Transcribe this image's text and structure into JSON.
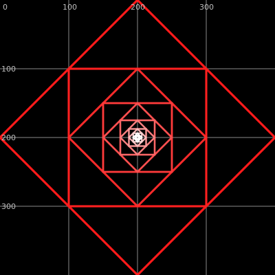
{
  "canvas": {
    "background": "#000000",
    "grid_color": "#8a8a8a",
    "tick_label_color": "#bdbdbd",
    "x_ticks": [
      "0",
      "100",
      "200",
      "300"
    ],
    "y_ticks": [
      "100",
      "200",
      "300"
    ]
  },
  "pattern": {
    "description_free": true,
    "shape_type": "nested alternating squares and diamonds",
    "outer_color": "#ff1a1a",
    "inner_color": "#ffffff",
    "levels": 14
  }
}
